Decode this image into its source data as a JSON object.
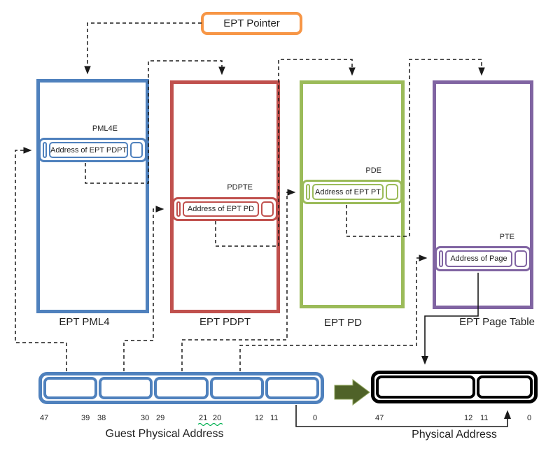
{
  "pointer": {
    "label": "EPT Pointer"
  },
  "tables": [
    {
      "name": "ept-pml4",
      "caption": "EPT PML4",
      "entry_label": "PML4E",
      "entry_text": "Address of EPT PDPT",
      "color": "#4F81BD"
    },
    {
      "name": "ept-pdpt",
      "caption": "EPT PDPT",
      "entry_label": "PDPTE",
      "entry_text": "Address of EPT PD",
      "color": "#C0504D"
    },
    {
      "name": "ept-pd",
      "caption": "EPT PD",
      "entry_label": "PDE",
      "entry_text": "Address of EPT PT",
      "color": "#9BBB59"
    },
    {
      "name": "ept-page-table",
      "caption": "EPT Page Table",
      "entry_label": "PTE",
      "entry_text": "Address of Page",
      "color": "#8064A2"
    }
  ],
  "guest_address": {
    "caption": "Guest Physical Address",
    "cells": 5,
    "bits": [
      "47",
      "39",
      "38",
      "30",
      "29",
      "21",
      "20",
      "12",
      "11",
      "0"
    ]
  },
  "physical_address": {
    "caption": "Physical Address",
    "cells": 2,
    "bits": [
      "47",
      "12",
      "11",
      "0"
    ]
  },
  "colors": {
    "pml4_blue": "#4F81BD",
    "pdpt_red": "#C0504D",
    "pd_green": "#9BBB59",
    "page_table_purple": "#8064A2",
    "pointer_orange": "#F79646",
    "block_arrow_olive": "#4F6228",
    "connector_black": "#1a1a1a",
    "squiggle_green": "#00B050"
  }
}
